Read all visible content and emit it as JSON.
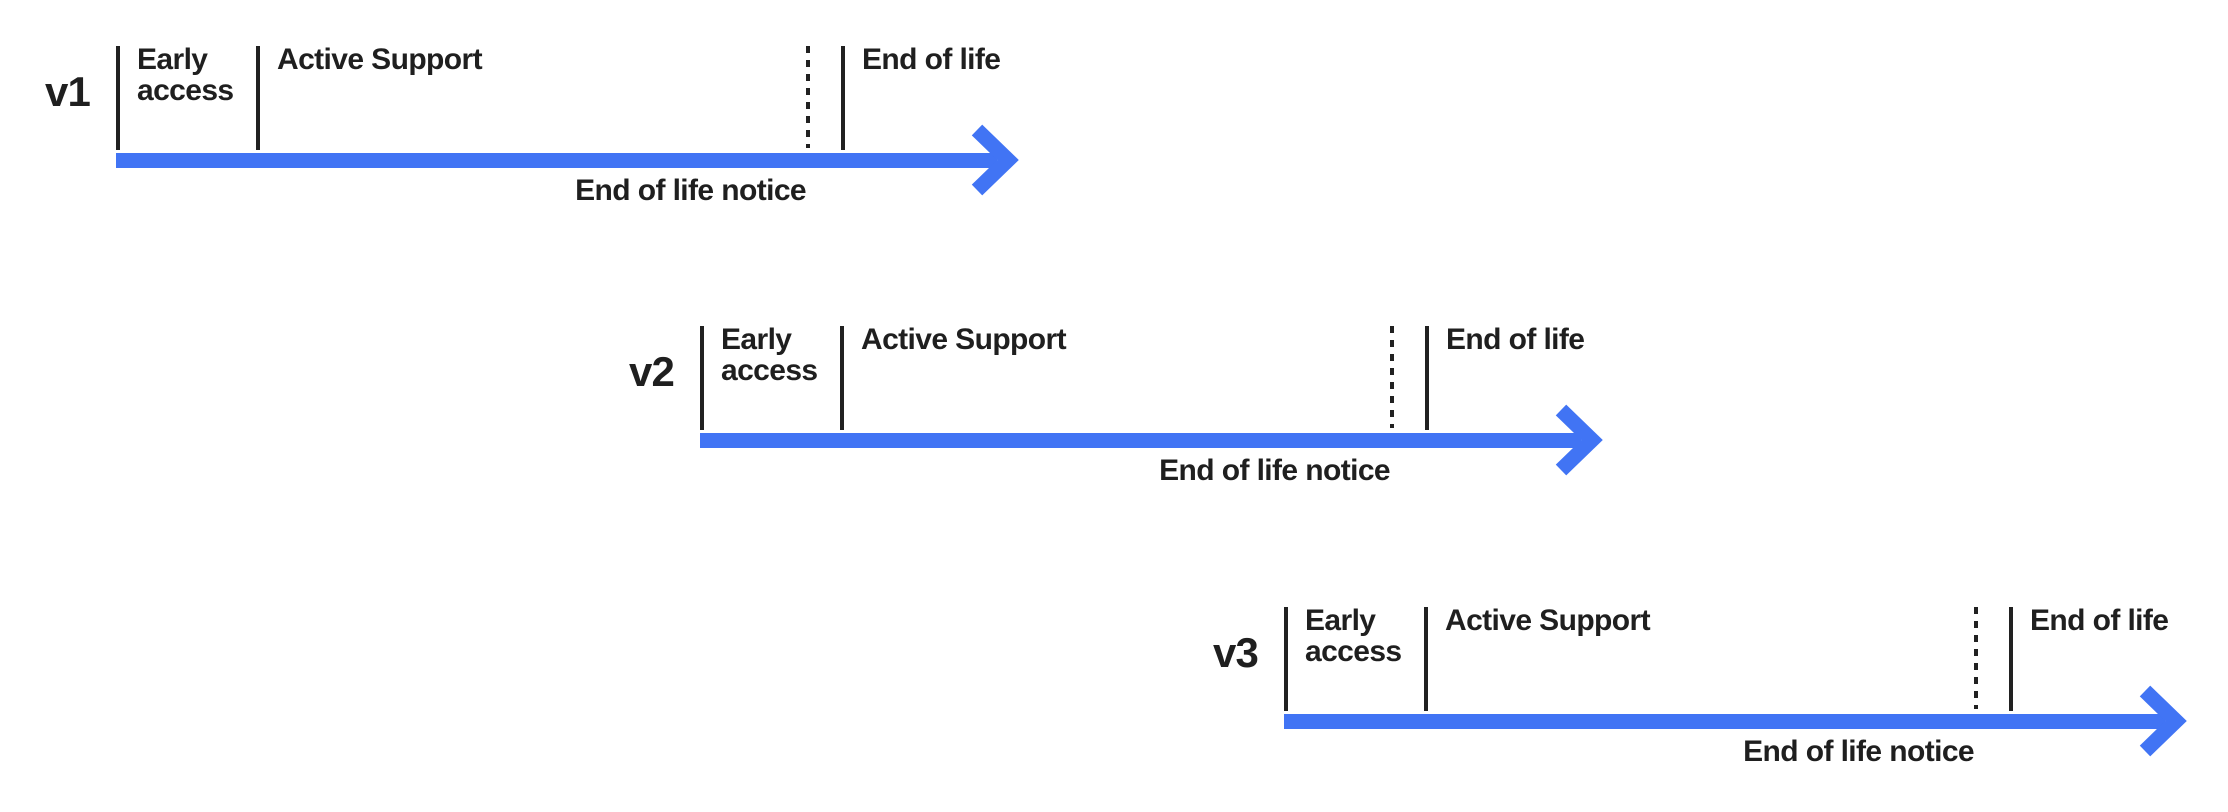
{
  "colors": {
    "arrow": "#4174F4",
    "line": "#212121",
    "text": "#1f1f1f",
    "background": "#ffffff"
  },
  "diagram": {
    "description_visible_elements": "Three staggered version lifecycle timelines",
    "phase_tick_labels": [
      "Early access",
      "Active Support",
      "End of life"
    ],
    "below_arrow_label": "End of life notice"
  },
  "timelines": [
    {
      "version": "v1",
      "phases": {
        "early_access": "Early access",
        "active_support": "Active Support",
        "end_of_life": "End of life",
        "end_of_life_notice": "End of life notice"
      }
    },
    {
      "version": "v2",
      "phases": {
        "early_access": "Early access",
        "active_support": "Active Support",
        "end_of_life": "End of life",
        "end_of_life_notice": "End of life notice"
      }
    },
    {
      "version": "v3",
      "phases": {
        "early_access": "Early access",
        "active_support": "Active Support",
        "end_of_life": "End of life",
        "end_of_life_notice": "End of life notice"
      }
    }
  ]
}
